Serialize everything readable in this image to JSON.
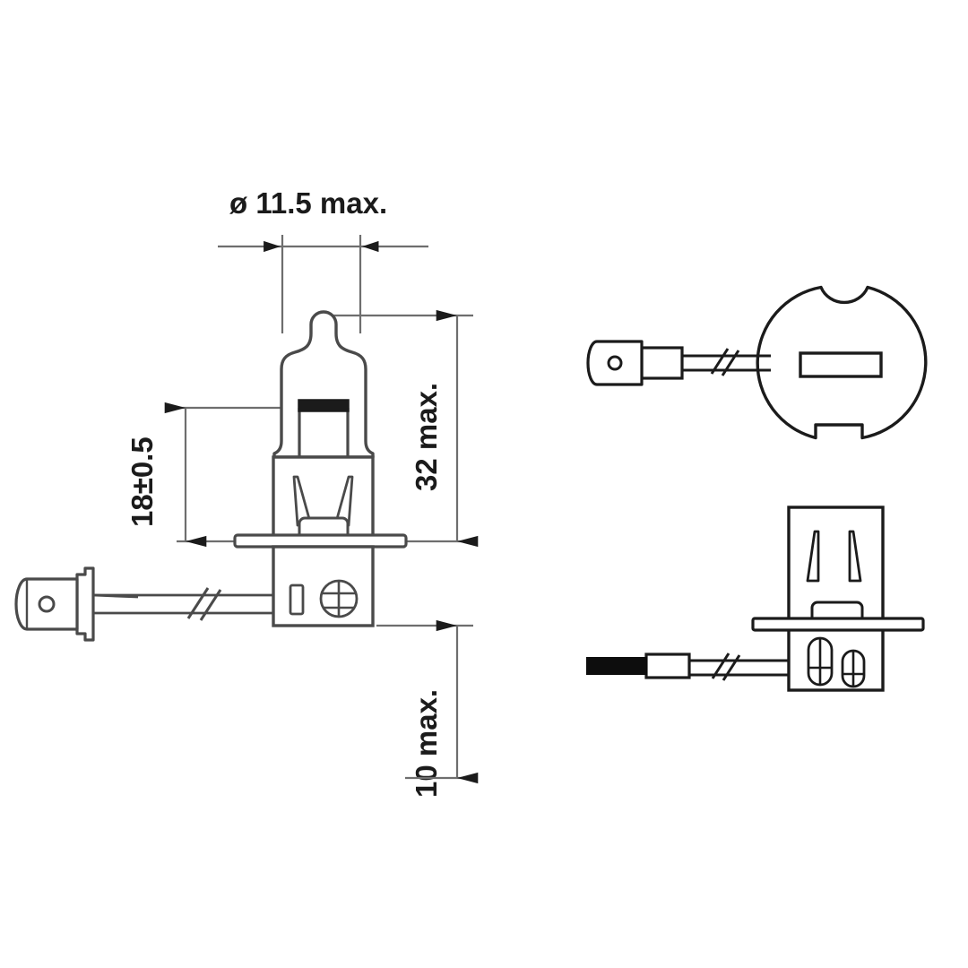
{
  "drawing": {
    "title": "H3 halogen bulb dimensional drawing",
    "background_color": "#ffffff",
    "line_color": "#4a4a4a",
    "dark_line_color": "#1b1b1b",
    "text_color": "#1b1b1b"
  },
  "dimensions": {
    "diameter": {
      "label": "ø 11.5 max.",
      "orientation": "horizontal",
      "position": "top"
    },
    "filament_height": {
      "label": "18±0.5",
      "orientation": "vertical-rotated",
      "position": "left"
    },
    "overall_height": {
      "label": "32 max.",
      "orientation": "vertical-rotated",
      "position": "center-right"
    },
    "base_depth": {
      "label": "10 max.",
      "orientation": "vertical-rotated",
      "position": "bottom-right"
    }
  },
  "views": {
    "main": {
      "name": "front-elevation-bulb",
      "parts": [
        "glass-envelope",
        "filament",
        "filament-support-wires",
        "bulb-base",
        "base-slots",
        "mounting-flange",
        "base-keyhole-slot",
        "base-circle-marker",
        "lead-wire",
        "wire-break-symbol",
        "blade-terminal",
        "terminal-hole"
      ]
    },
    "top_right": {
      "name": "plan-view-flange",
      "parts": [
        "circular-flange",
        "top-semicircular-notch",
        "bottom-rectangular-notch",
        "center-slot",
        "lead-wire",
        "wire-break-symbol",
        "blade-terminal",
        "terminal-hole"
      ]
    },
    "bottom_right": {
      "name": "detail-view-base",
      "parts": [
        "base-body",
        "angled-slot-left",
        "angled-slot-right",
        "center-tab",
        "mounting-flange",
        "contact-pill-large",
        "contact-pill-small",
        "lead-wire",
        "wire-break-symbol",
        "wire-ferrule",
        "wire-black-segment"
      ]
    }
  }
}
